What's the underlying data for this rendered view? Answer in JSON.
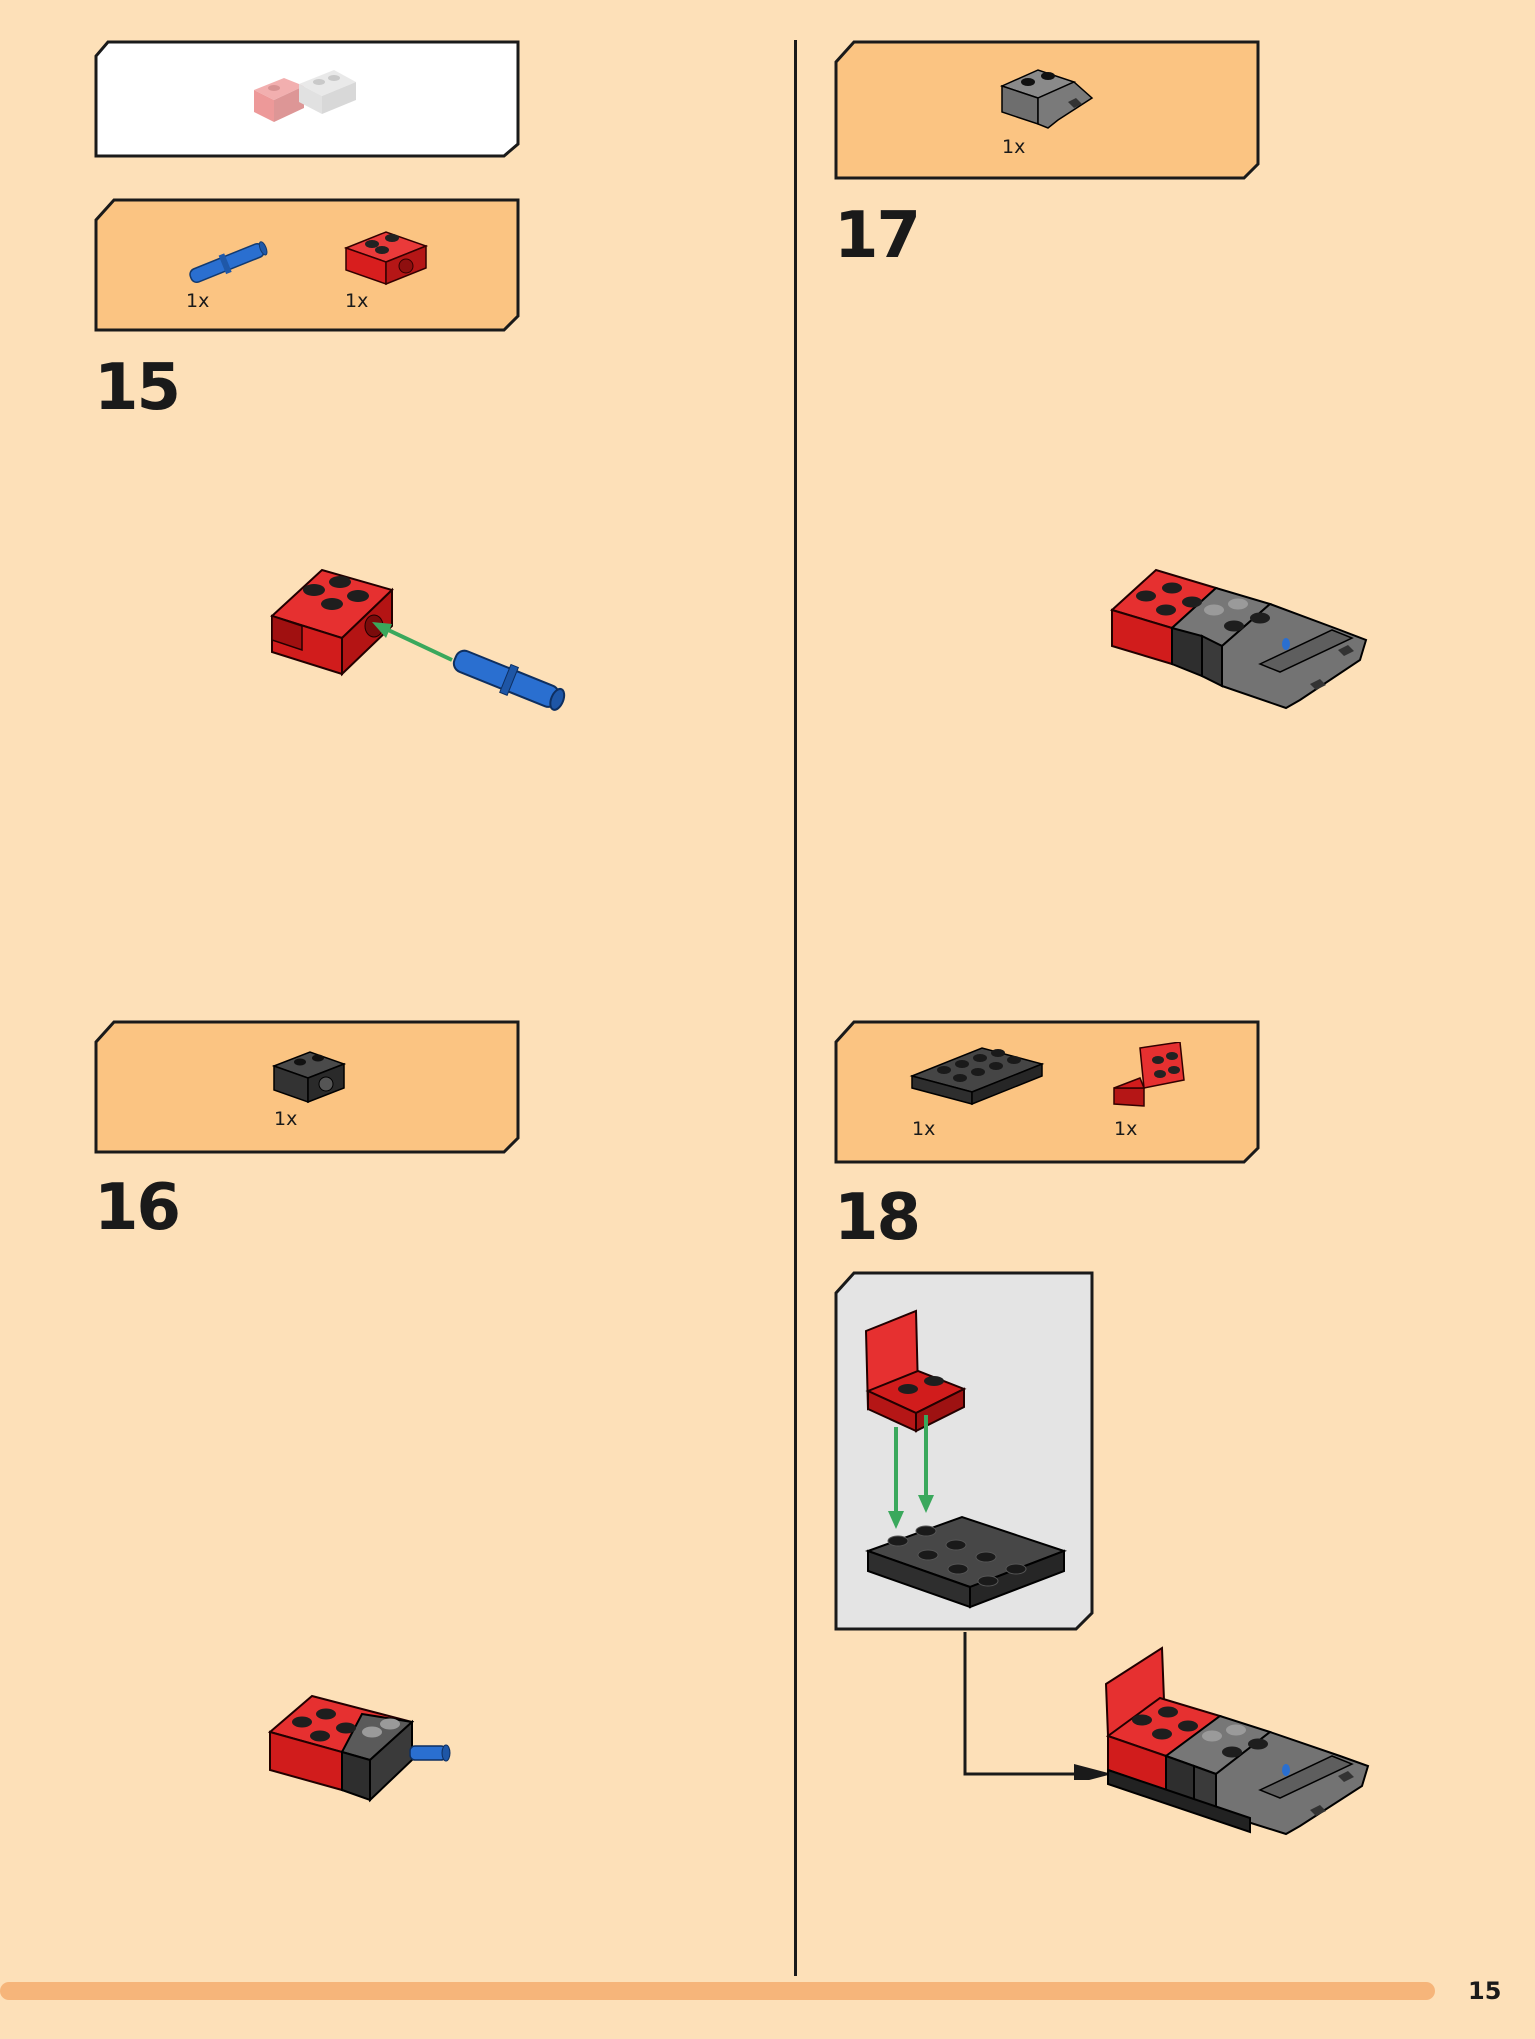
{
  "page": {
    "number": "15"
  },
  "colors": {
    "background": "#fde0b8",
    "parts_box": "#fbc482",
    "callout_box": "#e4e4e4",
    "arrow": "#3aa85c",
    "red_brick": "#d81e1e",
    "blue_pin": "#2a6fd0",
    "dark_gray": "#3a3a3a",
    "light_gray": "#8a8a8a"
  },
  "steps": [
    {
      "number": "15",
      "parts": [
        {
          "qty": "1x",
          "icon": "blue-pin-icon"
        },
        {
          "qty": "1x",
          "icon": "red-brick-with-hole-icon"
        }
      ]
    },
    {
      "number": "16",
      "parts": [
        {
          "qty": "1x",
          "icon": "black-technic-brick-icon"
        }
      ]
    },
    {
      "number": "17",
      "parts": [
        {
          "qty": "1x",
          "icon": "gray-axle-connector-icon"
        }
      ]
    },
    {
      "number": "18",
      "parts": [
        {
          "qty": "1x",
          "icon": "black-plate-2x4-icon"
        },
        {
          "qty": "1x",
          "icon": "red-bracket-icon"
        }
      ]
    }
  ]
}
